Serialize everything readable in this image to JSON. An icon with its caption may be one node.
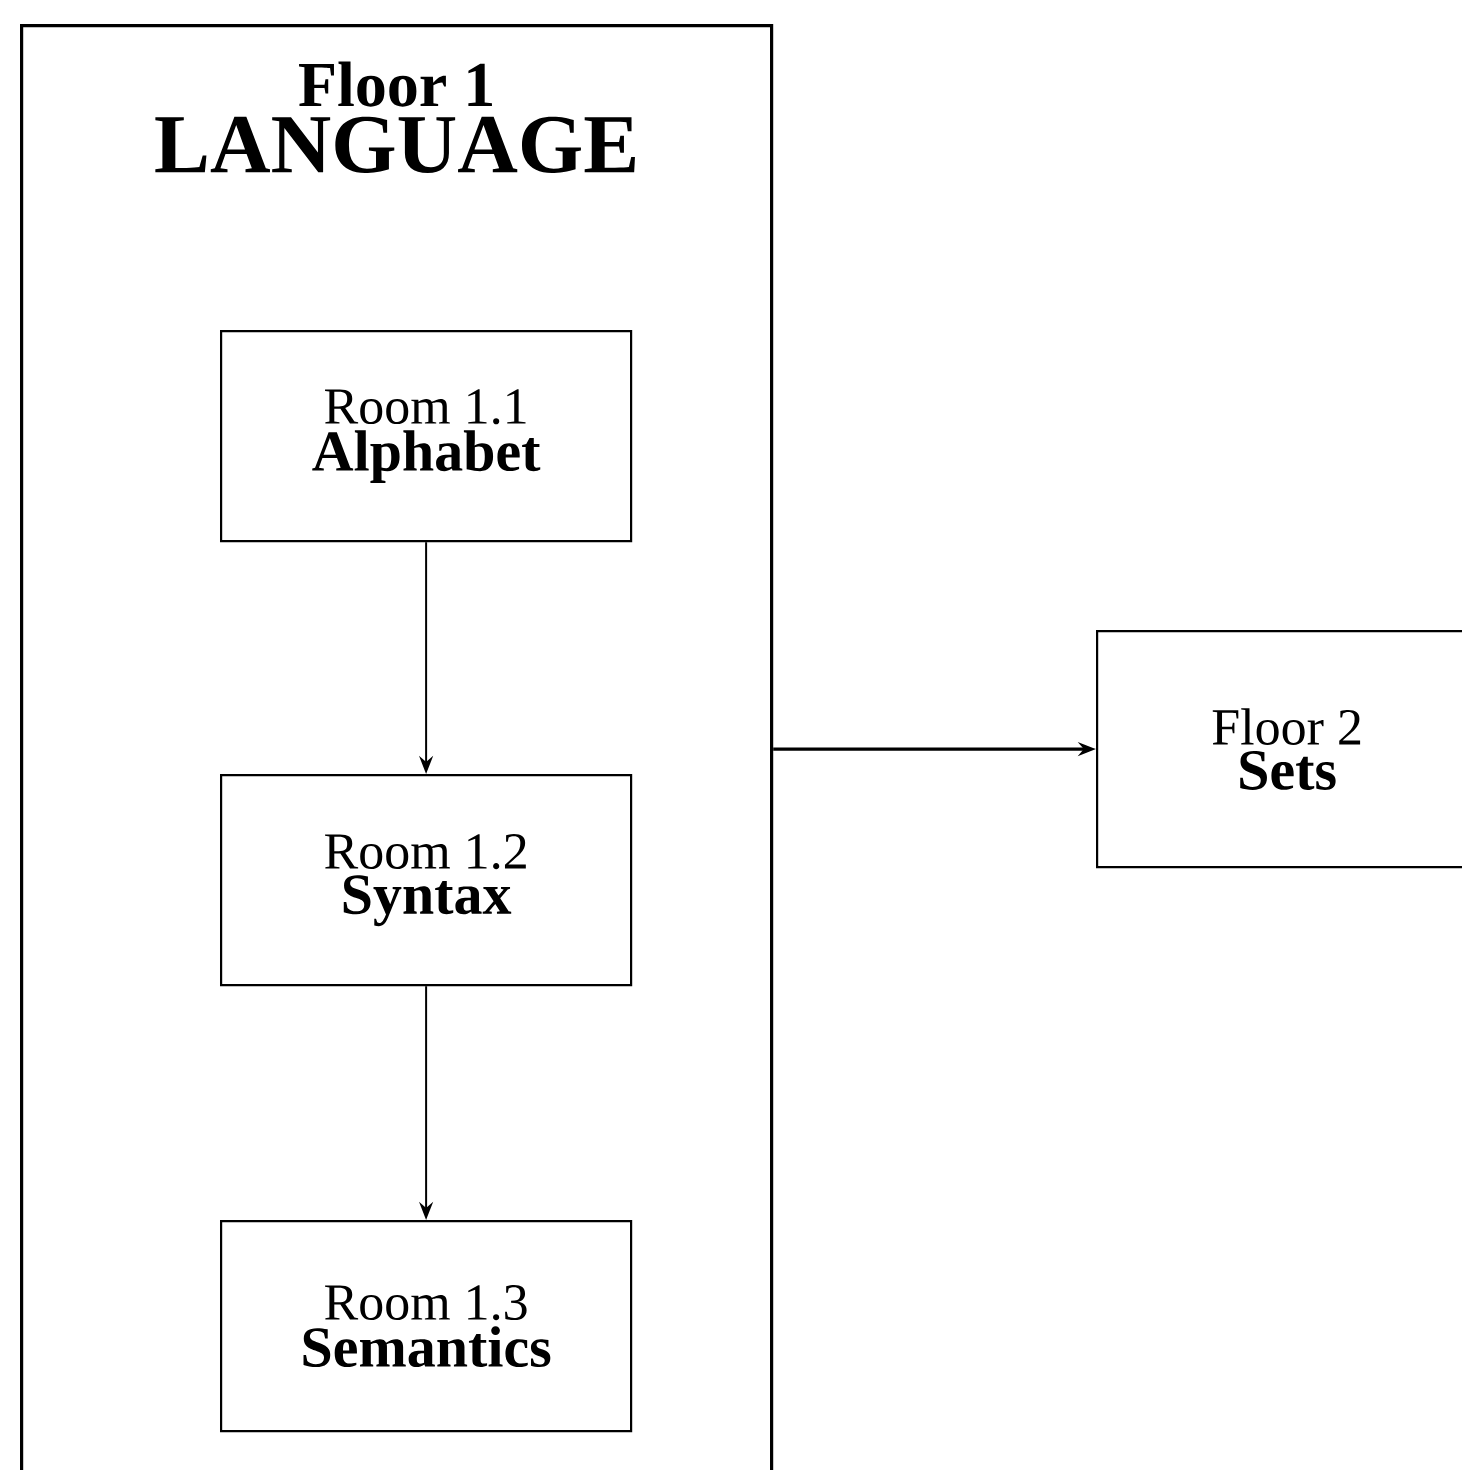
{
  "diagram": {
    "nodes": [
      {
        "text": [
          "Floor 1",
          "LANGUAGE"
        ]
      },
      {
        "text": [
          "Room 1.1",
          "Alphabet"
        ],
        "in": 0
      },
      {
        "text": [
          "Room 1.2",
          "Syntax"
        ],
        "in": 0
      },
      {
        "text": [
          "Room 1.3",
          "Semantics"
        ],
        "in": 0
      },
      {
        "text": [
          "Floor 2",
          "Sets"
        ]
      }
    ],
    "edges": [
      {
        "from": 1,
        "to": 2,
        "arrow": "to"
      },
      {
        "from": 2,
        "to": 3,
        "arrow": "to"
      },
      {
        "from": 0,
        "to": 4,
        "arrow": "to"
      }
    ]
  }
}
